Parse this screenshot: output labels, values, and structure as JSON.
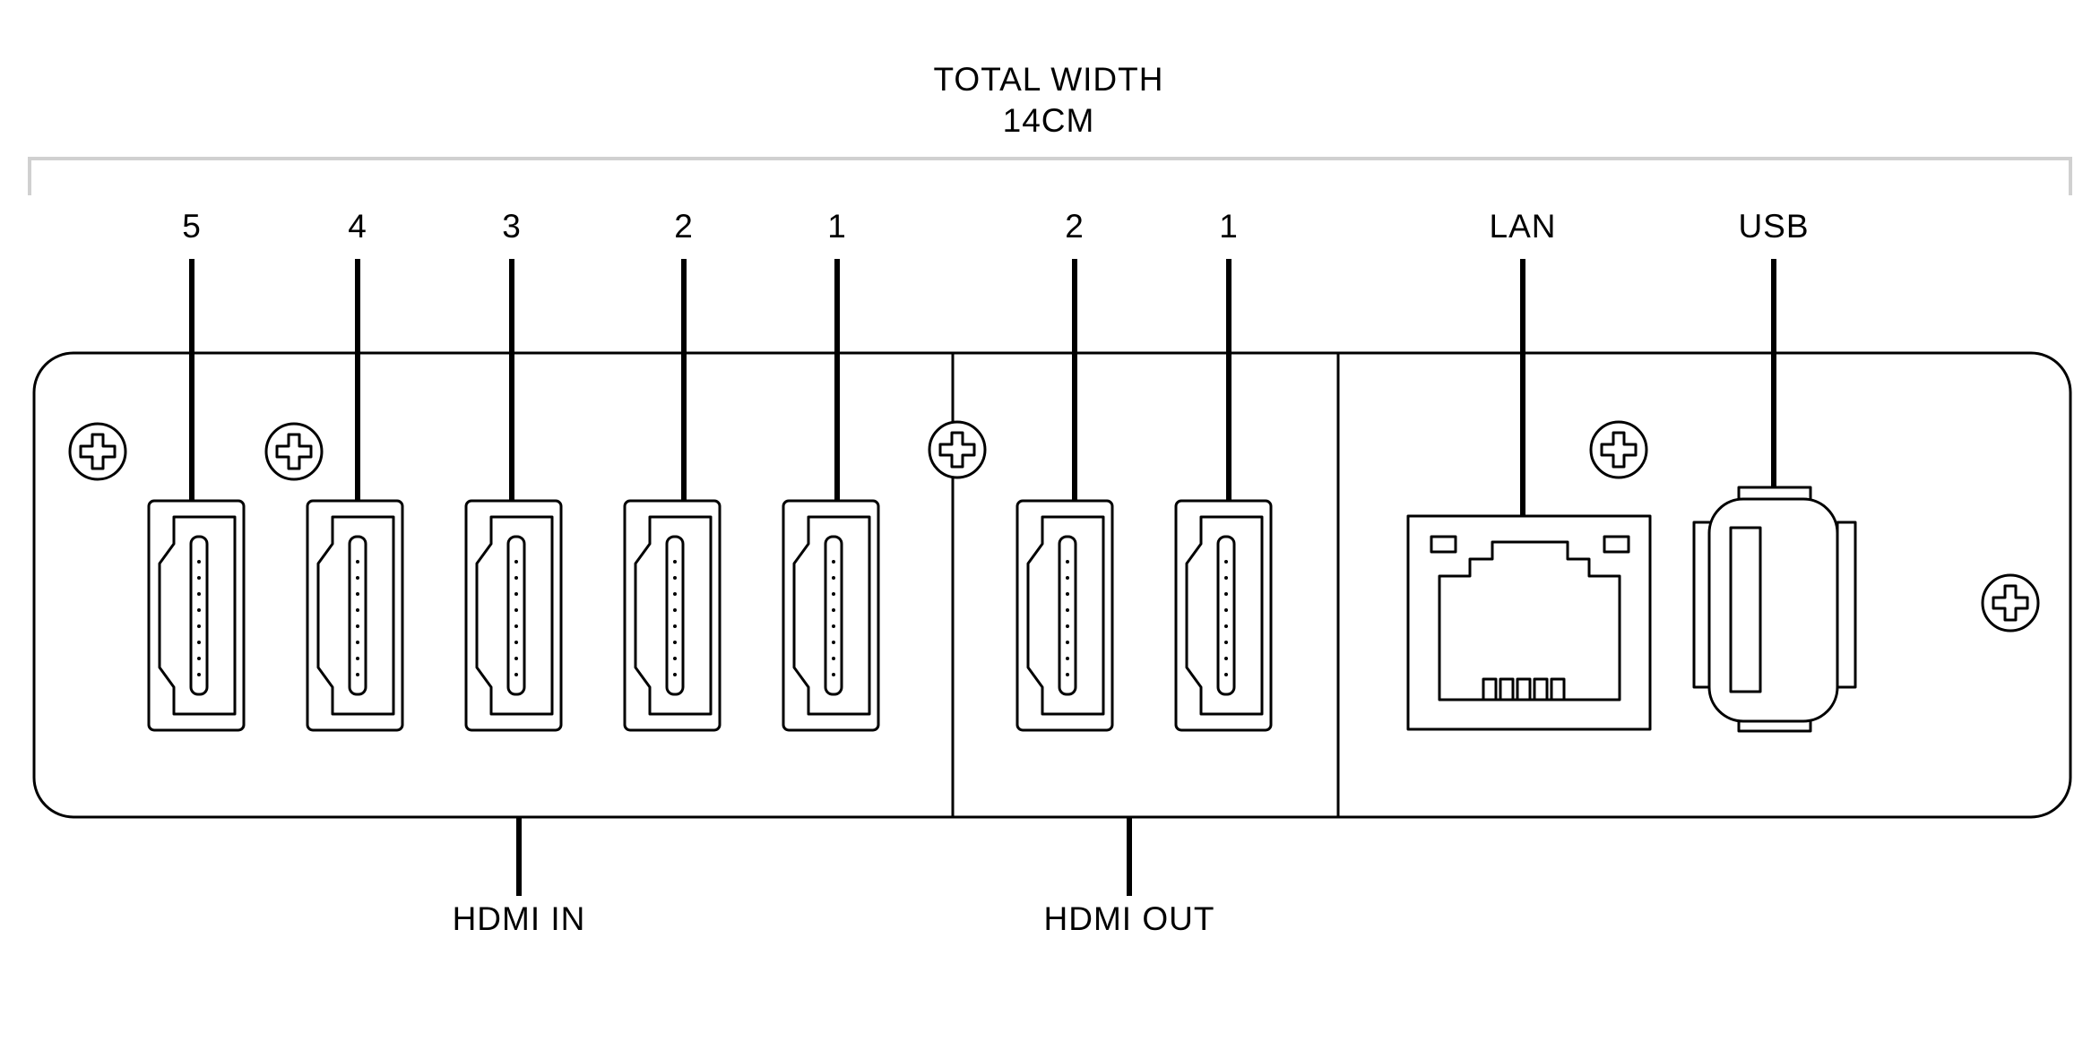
{
  "title": {
    "line1": "TOTAL WIDTH",
    "line2": "14CM"
  },
  "hdmi_in": {
    "group_label": "HDMI IN",
    "port_numbers": [
      "5",
      "4",
      "3",
      "2",
      "1"
    ]
  },
  "hdmi_out": {
    "group_label": "HDMI OUT",
    "port_numbers": [
      "2",
      "1"
    ]
  },
  "lan": {
    "label": "LAN"
  },
  "usb": {
    "label": "USB"
  },
  "colors": {
    "line": "#000000",
    "bracket": "#d0d0d0",
    "background": "#ffffff"
  }
}
